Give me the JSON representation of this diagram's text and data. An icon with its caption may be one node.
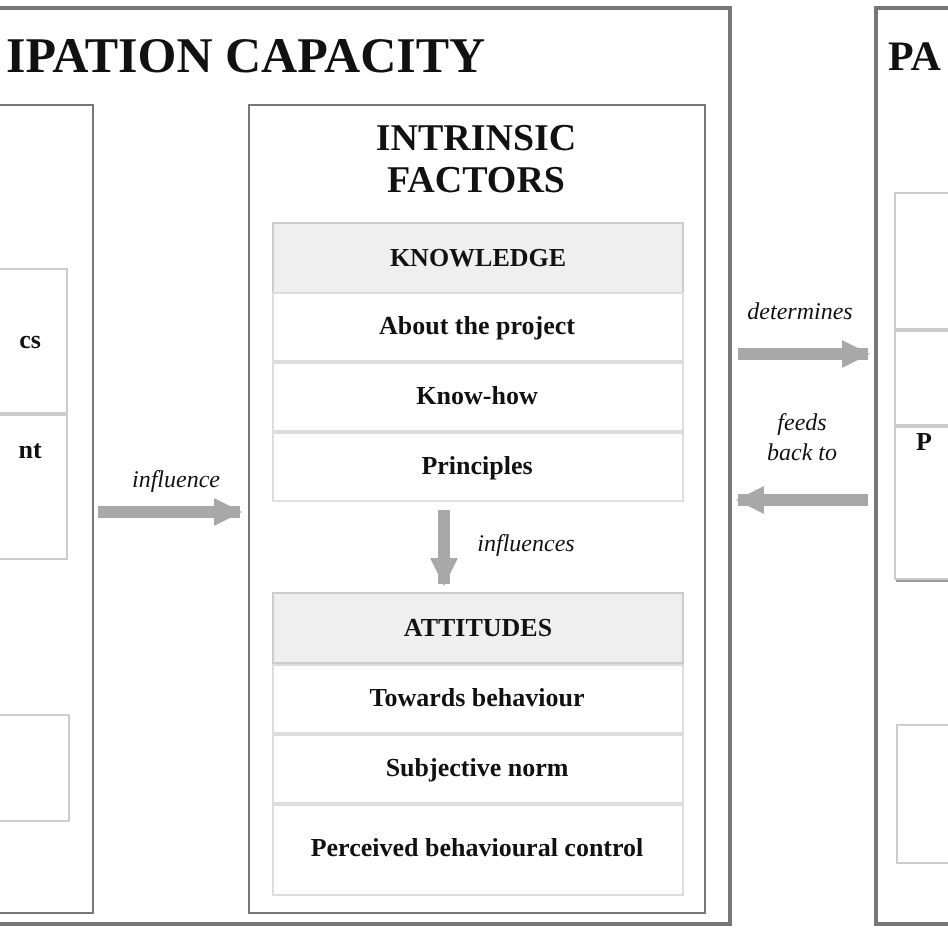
{
  "diagram": {
    "nodes": [
      {
        "text": [
          "IPATION CAPACITY"
        ]
      },
      {
        "text": [],
        "shape": "box",
        "in": 0
      },
      {
        "text": [
          "cs"
        ],
        "in": 1
      },
      {
        "text": [
          "nt"
        ],
        "in": 1
      },
      {
        "text": [],
        "shape": "box",
        "in": 1
      },
      {
        "text": [
          "INTRINSIC FACTORS"
        ],
        "in": 0
      },
      {
        "text": [
          "KNOWLEDGE"
        ],
        "in": 5
      },
      {
        "text": [
          "About the project"
        ],
        "in": 6
      },
      {
        "text": [
          "Know-how"
        ],
        "in": 6
      },
      {
        "text": [
          "Principles"
        ],
        "in": 6
      },
      {
        "text": [
          "ATTITUDES"
        ],
        "in": 5
      },
      {
        "text": [
          "Towards behaviour"
        ],
        "in": 10
      },
      {
        "text": [
          "Subjective norm"
        ],
        "in": 10
      },
      {
        "text": [
          "Perceived behavioural control"
        ],
        "in": 10
      },
      {
        "text": [
          "PA"
        ]
      },
      {
        "text": [],
        "shape": "box",
        "in": 14
      },
      {
        "text": [],
        "shape": "box",
        "in": 15
      },
      {
        "text": [],
        "shape": "box",
        "in": 15
      },
      {
        "text": [
          "P"
        ],
        "in": 15
      },
      {
        "text": [],
        "shape": "box",
        "in": 14
      }
    ],
    "edges": [
      {
        "from": 1,
        "to": 5,
        "arrow": "to",
        "label": "influence"
      },
      {
        "from": 6,
        "to": 10,
        "arrow": "to",
        "label": "influences"
      },
      {
        "from": 0,
        "to": 14,
        "arrow": "to",
        "label": "determines"
      },
      {
        "from": 14,
        "to": 0,
        "arrow": "to",
        "label": "feeds back to"
      }
    ]
  }
}
